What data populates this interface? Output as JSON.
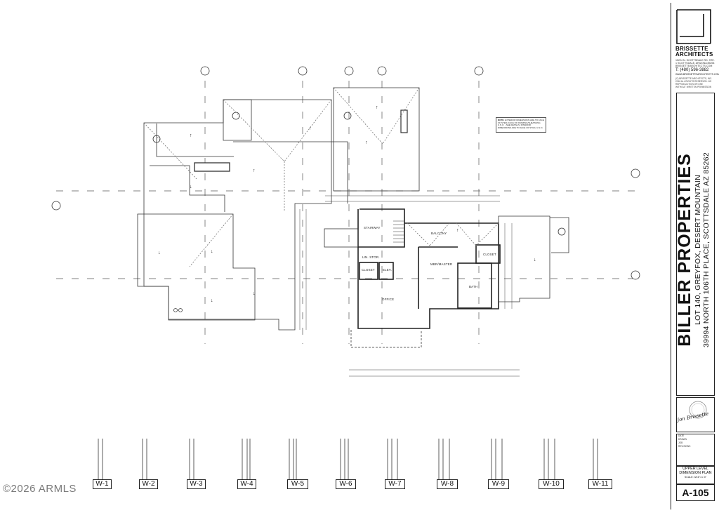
{
  "sheet": {
    "firm_name_line1": "BRISSETTE",
    "firm_name_line2": "ARCHITECTS",
    "firm_address": "15224 N. SCOTTSDALE RD. STE. 1 SCOTTSDALE, ARIZONA 85254 BRISSETTEARCHITECTS.COM",
    "firm_phone": "T: (480) 596-3882",
    "firm_web": "WWW.BRISSETTEARCHITECTS.COM",
    "copyright": "(C) BRISSETTE ARCHITECTS, INC. 2016 ALL RIGHTS RESERVED. NO REPRODUCTION OR USE WITHOUT WRITTEN PERMISSION",
    "project_title": "BILLER PROPERTIES",
    "project_lot": "LOT 140, GREYFOX, DESERT MOUNTAIN",
    "project_address": "39994 NORTH 106TH PLACE, SCOTTSDALE AZ 85262",
    "signature": "Jon Brissette",
    "info_date": "DATE",
    "info_drawn": "DRAWN",
    "info_job": "JOB",
    "info_revisions": "REVISIONS",
    "sheet_title_line1": "UPPER LEVEL",
    "sheet_title_line2": "DIMENSION PLAN",
    "sheet_scale": "SCALE: 3/16\"=1'-0\"",
    "sheet_number": "A-105"
  },
  "note": {
    "heading": "NOTE:",
    "body": "EXTERIOR DIMENSIONS ARE TO FACE OF STEM, FACE OF FRAMING/SHEATHING U.N.O. - SEE DETAILS. INTERIOR DIMENSIONS ARE TO FACE OF STUD, U.N.O."
  },
  "rooms": {
    "stairway": "STAIRWAY",
    "balcony": "BALCONY",
    "closet_right": "CLOSET",
    "lin_stor": "LIN. STOR.",
    "master": "MBR/MASTER",
    "closet_left": "CLOSET",
    "elev": "ELEV.",
    "bath": "BATH",
    "office": "OFFICE"
  },
  "wall_types": [
    "W-1",
    "W-2",
    "W-3",
    "W-4",
    "W-5",
    "W-6",
    "W-7",
    "W-8",
    "W-9",
    "W-10",
    "W-11"
  ],
  "watermark": "©2026 ARMLS"
}
